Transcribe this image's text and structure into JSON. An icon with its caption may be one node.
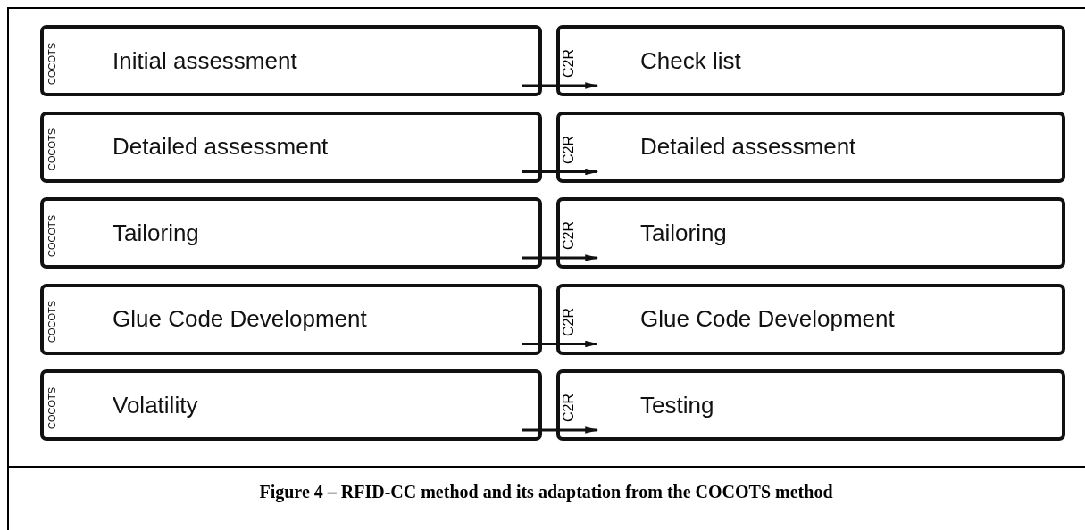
{
  "diagram": {
    "caption": "Figure 4 – RFID-CC method and its adaptation from the COCOTS method",
    "nodes": [
      {
        "text": [
          "COCOTS",
          "Initial assessment"
        ]
      },
      {
        "text": [
          "C2R",
          "Check list"
        ]
      },
      {
        "text": [
          "COCOTS",
          "Detailed assessment"
        ]
      },
      {
        "text": [
          "C2R",
          "Detailed assessment"
        ]
      },
      {
        "text": [
          "COCOTS",
          "Tailoring"
        ]
      },
      {
        "text": [
          "C2R",
          "Tailoring"
        ]
      },
      {
        "text": [
          "COCOTS",
          "Glue Code Development"
        ]
      },
      {
        "text": [
          "C2R",
          "Glue Code Development"
        ]
      },
      {
        "text": [
          "COCOTS",
          "Volatility"
        ]
      },
      {
        "text": [
          "C2R",
          "Testing"
        ]
      }
    ],
    "edges": [
      {
        "from": 0,
        "to": 1,
        "arrow": "to"
      },
      {
        "from": 2,
        "to": 3,
        "arrow": "to"
      },
      {
        "from": 4,
        "to": 5,
        "arrow": "to"
      },
      {
        "from": 6,
        "to": 7,
        "arrow": "to"
      },
      {
        "from": 8,
        "to": 9,
        "arrow": "to"
      }
    ]
  }
}
